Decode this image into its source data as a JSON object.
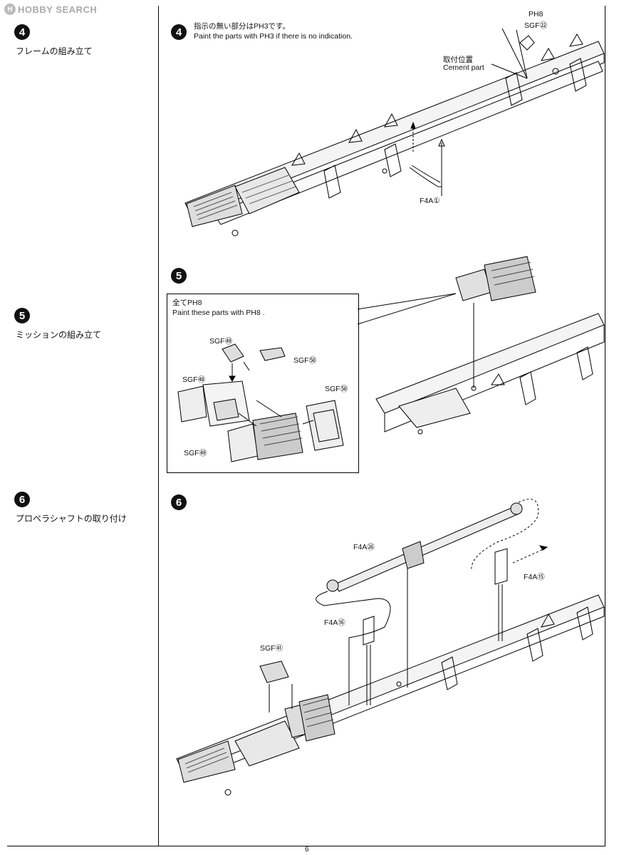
{
  "watermark": "HOBBY SEARCH",
  "page_number": "6",
  "steps": [
    {
      "number": "4",
      "side_title": "フレームの組み立て",
      "note_jp": "指示の無い部分はPH3です。",
      "note_en": "Paint the parts with PH3 if there is no indication.",
      "callouts": {
        "ph8": "PH8",
        "sgf22": "SGF㉒",
        "cement_jp": "取付位置",
        "cement_en": "Cement part",
        "f4a1": "F4A①"
      }
    },
    {
      "number": "5",
      "side_title": "ミッションの組み立て",
      "inset_jp": "全てPH8",
      "inset_en": "Paint these parts with PH8 .",
      "callouts": {
        "sgf52": "SGF㊾",
        "sgf51": "SGF㊿",
        "sgf48": "SGF㊽",
        "sgf50": "SGF㊿",
        "sgf49": "SGF㊾"
      }
    },
    {
      "number": "6",
      "side_title": "プロペラシャフトの取り付け",
      "callouts": {
        "f4a26": "F4A㉖",
        "f4a15": "F4A⑮",
        "f4a16": "F4A⑯",
        "sgf41": "SGF㊶"
      }
    }
  ]
}
